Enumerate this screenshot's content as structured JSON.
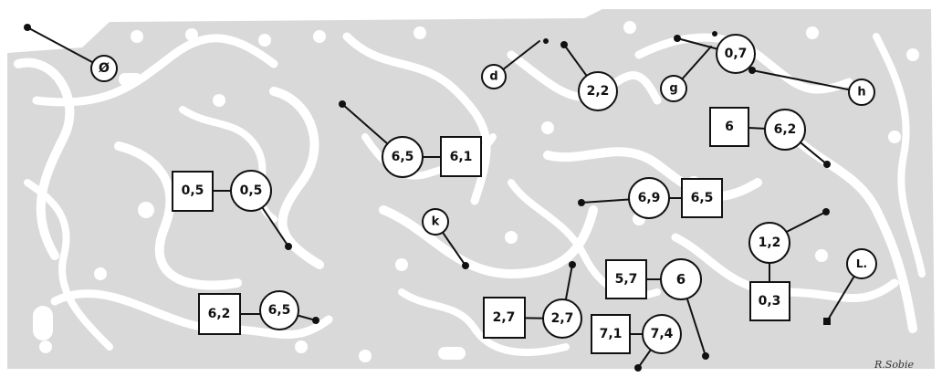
{
  "colors": {
    "board": "#d9d9d9",
    "trace": "#ffffff",
    "ink": "#111111",
    "background": "#ffffff"
  },
  "labels": {
    "c_g": "g",
    "c_h": "h",
    "c_d": "d",
    "c_k": "k",
    "c_l": "L.",
    "c_slash0": "Ø",
    "c_07": "0,7",
    "c_22": "2,2",
    "c_62_tr": "6,2",
    "s_6_tr": "6",
    "c_65_mid": "6,5",
    "s_61": "6,1",
    "s_05": "0,5",
    "c_05": "0,5",
    "c_69": "6,9",
    "s_65_mid": "6,5",
    "c_12": "1,2",
    "s_03": "0,3",
    "s_57": "5,7",
    "c_6_bot": "6",
    "s_62_bot": "6,2",
    "c_65_bot": "6,5",
    "s_27": "2,7",
    "c_27": "2,7",
    "s_71": "7,1",
    "c_74": "7,4"
  },
  "signature": "R.Sobie"
}
